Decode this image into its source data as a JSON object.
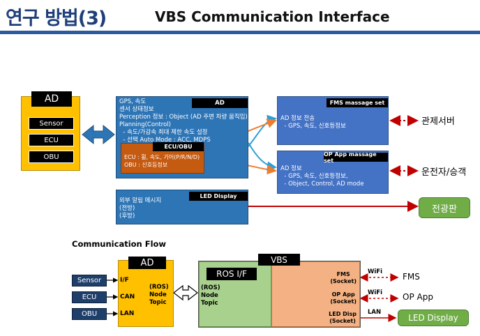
{
  "title": {
    "korean": "연구 방법(3)",
    "english": "VBS Communication Interface"
  },
  "top": {
    "ad_left": {
      "label": "AD",
      "items": [
        "Sensor",
        "ECU",
        "OBU"
      ]
    },
    "ad_main": {
      "header": "AD",
      "lines": [
        "GPS, 속도",
        "센서 상태정보",
        "Perception 정보 : Object (AD 주변 차량 움직임)",
        "Planning(Control)",
        "  - 속도/가감속 최대 제한 속도 설정",
        "  - 선택 Auto Mode : ACC, MDPS"
      ],
      "ecu_obu": {
        "header": "ECU/OBU",
        "lines": [
          "ECU : 휠, 속도, 기어(P/R/N/D)",
          "OBU : 신호등정보"
        ]
      }
    },
    "fms": {
      "header": "FMS massage set",
      "lines": [
        "AD 정보 전송",
        "  - GPS, 속도, 신호등정보"
      ]
    },
    "op": {
      "header": "OP App massage set",
      "lines": [
        "AD 정보",
        "  - GPS, 속도, 신호등정보,",
        "  - Object, Control, AD mode"
      ]
    },
    "led": {
      "header": "LED Display",
      "lines": [
        "외부 알림 메시지",
        "(전방)",
        "(후방)"
      ]
    },
    "targets": {
      "server": "관제서버",
      "driver": "운전자/승객",
      "board": "전광판"
    }
  },
  "flow": {
    "title": "Communication Flow",
    "inputs": [
      "Sensor",
      "ECU",
      "OBU"
    ],
    "ad": {
      "label": "AD",
      "ports": [
        "I/F",
        "CAN",
        "LAN"
      ],
      "ros": [
        "(ROS)",
        "Node",
        "Topic"
      ]
    },
    "vbs": {
      "label": "VBS",
      "ros_if": "ROS I/F",
      "ros": [
        "(ROS)",
        "Node",
        "Topic"
      ],
      "sockets": [
        {
          "name": "FMS",
          "sub": "(Socket)",
          "link": "WiFi",
          "target": "FMS"
        },
        {
          "name": "OP App",
          "sub": "(Socket)",
          "link": "WiFi",
          "target": "OP App"
        },
        {
          "name": "LED Disp",
          "sub": "(Socket)",
          "link": "LAN",
          "target": "LED Display"
        }
      ]
    }
  },
  "colors": {
    "title_blue": "#1f3f7a",
    "ad_yellow": "#ffc000",
    "ad_blue": "#2e75b6",
    "ecu_orange": "#c55a11",
    "link_red": "#c00000",
    "arrow_blue": "#2e75b6"
  }
}
